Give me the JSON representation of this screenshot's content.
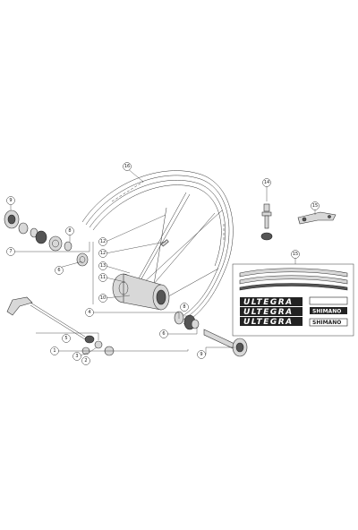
{
  "callouts": {
    "c1": "1",
    "c2": "2",
    "c3": "3",
    "c4": "4",
    "c5": "5",
    "c6": "6",
    "c7": "7",
    "c8": "8",
    "c9": "9",
    "c10": "10",
    "c11": "11",
    "c12": "12",
    "c13": "13",
    "c14": "14",
    "c15": "15",
    "c16": "16"
  },
  "decals": {
    "brand": "ULTEGRA",
    "maker": "SHIMANO"
  },
  "colors": {
    "line": "#333333",
    "part_fill": "#d8d8d8",
    "dark_fill": "#555555",
    "decal_bg": "#222222"
  }
}
